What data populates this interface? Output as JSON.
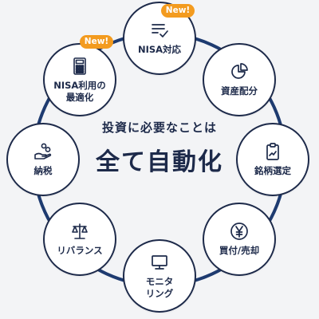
{
  "center": {
    "subtitle": "投資に必要なことは",
    "title": "全て自動化"
  },
  "badge_text": "New!",
  "colors": {
    "navy": "#1d2a4a",
    "accent": "#f39b1f",
    "connector": "#1e3b70",
    "background": "#f3f4f6"
  },
  "steps": [
    {
      "label": "NISA対応",
      "icon": "checklist-icon",
      "new": true
    },
    {
      "label": "資産配分",
      "icon": "pie-chart-icon",
      "new": false
    },
    {
      "label": "銘柄選定",
      "icon": "clipboard-icon",
      "new": false
    },
    {
      "label": "買付/売却",
      "icon": "yen-icon",
      "new": false
    },
    {
      "label": "モニタ\nリング",
      "icon": "monitor-icon",
      "new": false
    },
    {
      "label": "リバランス",
      "icon": "scale-icon",
      "new": false
    },
    {
      "label": "納税",
      "icon": "tax-coins-icon",
      "new": false
    },
    {
      "label": "NISA利用の\n最適化",
      "icon": "calculator-icon",
      "new": true
    }
  ]
}
